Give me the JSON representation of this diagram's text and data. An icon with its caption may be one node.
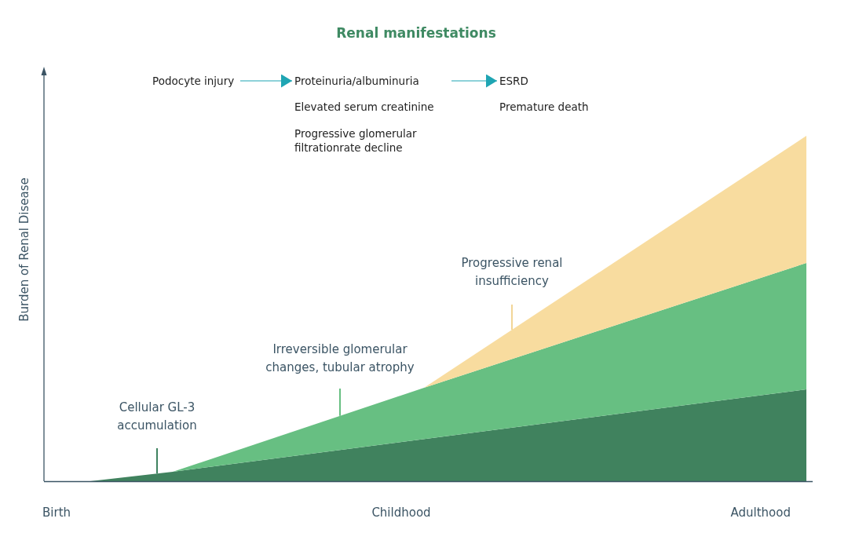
{
  "diagram": {
    "title": "Renal manifestations",
    "nodes": [
      {
        "text": [
          "Podocyte injury"
        ]
      },
      {
        "text": [
          "Proteinuria/albuminuria"
        ]
      },
      {
        "text": [
          "ESRD"
        ]
      },
      {
        "text": [
          "Cellular GL-3 accumulation"
        ]
      },
      {
        "text": [
          "Irreversible glomerular changes, tubular atrophy"
        ]
      },
      {
        "text": [
          "Progressive renal insufficiency"
        ]
      },
      {
        "text": [],
        "shape": "band"
      },
      {
        "text": [],
        "shape": "band"
      },
      {
        "text": [],
        "shape": "band"
      }
    ],
    "edges": [
      {
        "from": 0,
        "to": 1,
        "arrow": "to",
        "color": "#1fa5b3"
      },
      {
        "from": 1,
        "to": 2,
        "arrow": "to",
        "color": "#1fa5b3"
      },
      {
        "from": 3,
        "to": 6,
        "arrow": "none",
        "color": "#3f8360"
      },
      {
        "from": 4,
        "to": 7,
        "arrow": "none",
        "color": "#67bf82"
      },
      {
        "from": 5,
        "to": 8,
        "arrow": "none",
        "color": "#f2d597"
      }
    ],
    "labels": [
      "Elevated serum creatinine",
      "Progressive glomerular filtrationrate decline",
      "Premature death",
      "Burden of Renal Disease",
      "Birth",
      "Childhood",
      "Adulthood"
    ]
  }
}
